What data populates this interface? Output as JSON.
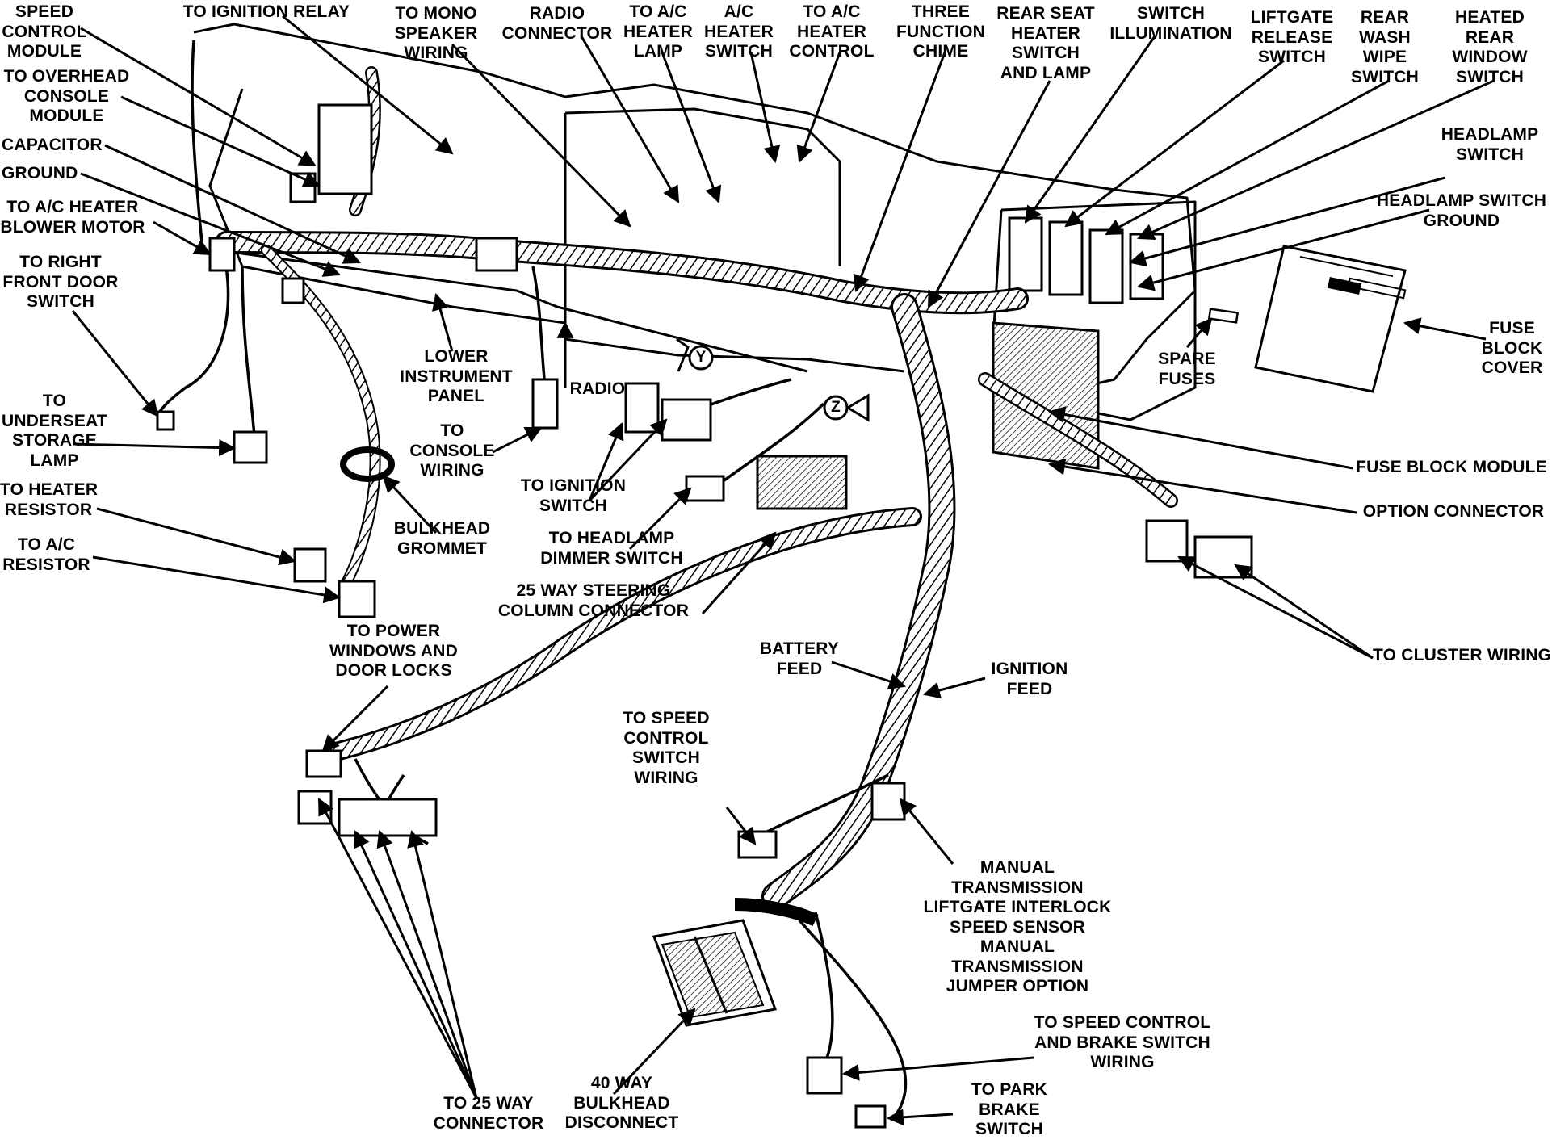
{
  "diagram": {
    "labels": {
      "speed_control_module": "SPEED\nCONTROL\nMODULE",
      "to_ignition_relay": "TO IGNITION RELAY",
      "to_mono_speaker_wiring": "TO MONO\nSPEAKER\nWIRING",
      "radio_connector": "RADIO\nCONNECTOR",
      "to_ac_heater_lamp": "TO A/C\nHEATER\nLAMP",
      "ac_heater_switch": "A/C\nHEATER\nSWITCH",
      "to_ac_heater_control": "TO A/C\nHEATER\nCONTROL",
      "three_function_chime": "THREE\nFUNCTION\nCHIME",
      "rear_seat_heater_switch_and_lamp": "REAR SEAT\nHEATER\nSWITCH\nAND LAMP",
      "switch_illumination": "SWITCH\nILLUMINATION",
      "liftgate_release_switch": "LIFTGATE\nRELEASE\nSWITCH",
      "rear_wash_wipe_switch": "REAR\nWASH\nWIPE\nSWITCH",
      "heated_rear_window_switch": "HEATED\nREAR\nWINDOW\nSWITCH",
      "to_overhead_console_module": "TO OVERHEAD\nCONSOLE\nMODULE",
      "capacitor": "CAPACITOR",
      "ground": "GROUND",
      "to_ac_heater_blower_motor": "TO A/C HEATER\nBLOWER MOTOR",
      "to_right_front_door_switch": "TO RIGHT\nFRONT DOOR\nSWITCH",
      "headlamp_switch": "HEADLAMP\nSWITCH",
      "headlamp_switch_ground": "HEADLAMP SWITCH\nGROUND",
      "fuse_block_cover": "FUSE\nBLOCK\nCOVER",
      "spare_fuses": "SPARE\nFUSES",
      "lower_instrument_panel": "LOWER\nINSTRUMENT\nPANEL",
      "radio": "RADIO",
      "to_underseat_storage_lamp": "TO\nUNDERSEAT\nSTORAGE\nLAMP",
      "to_console_wiring": "TO\nCONSOLE\nWIRING",
      "to_ignition_switch": "TO IGNITION\nSWITCH",
      "fuse_block_module": "FUSE BLOCK MODULE",
      "option_connector": "OPTION CONNECTOR",
      "to_heater_resistor": "TO HEATER\nRESISTOR",
      "bulkhead_grommet": "BULKHEAD\nGROMMET",
      "to_headlamp_dimmer_switch": "TO HEADLAMP\nDIMMER SWITCH",
      "to_ac_resistor": "TO A/C\nRESISTOR",
      "steering_column_connector": "25 WAY STEERING\nCOLUMN CONNECTOR",
      "to_power_windows_and_door_locks": "TO POWER\nWINDOWS AND\nDOOR LOCKS",
      "battery_feed": "BATTERY\nFEED",
      "ignition_feed": "IGNITION\nFEED",
      "to_cluster_wiring": "TO CLUSTER WIRING",
      "to_speed_control_switch_wiring": "TO SPEED\nCONTROL\nSWITCH\nWIRING",
      "manual_transmission_block": "MANUAL\nTRANSMISSION\nLIFTGATE INTERLOCK\nSPEED SENSOR\nMANUAL\nTRANSMISSION\nJUMPER OPTION",
      "to_speed_control_and_brake_switch_wiring": "TO SPEED CONTROL\nAND BRAKE SWITCH\nWIRING",
      "to_park_brake_switch": "TO PARK\nBRAKE\nSWITCH",
      "to_25_way_connector": "TO 25 WAY\nCONNECTOR",
      "bulkhead_disconnect_40_way": "40 WAY\nBULKHEAD\nDISCONNECT"
    },
    "markers": {
      "y": "Y",
      "z": "Z"
    }
  }
}
